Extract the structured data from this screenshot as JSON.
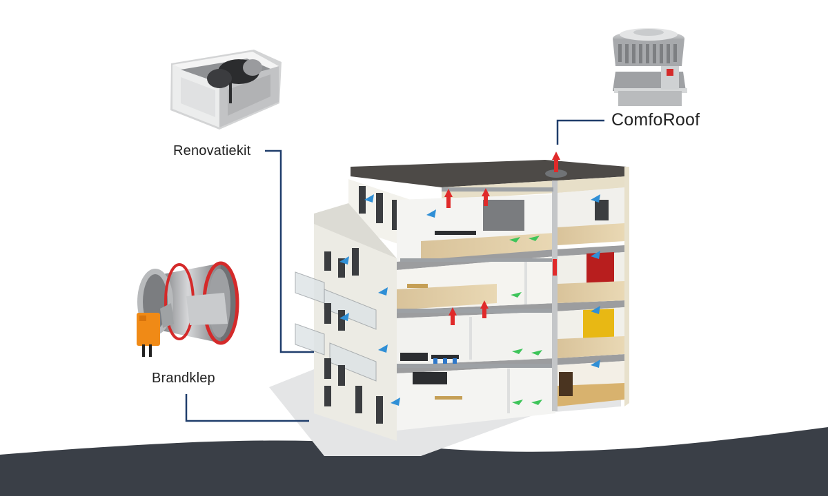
{
  "labels": {
    "renovatiekit": "Renovatiekit",
    "brandklep": "Brandklep",
    "comforoof": "ComfoRoof"
  },
  "colors": {
    "connector": "#1f3d6b",
    "airflow_exhaust": "#e02a2a",
    "airflow_supply": "#2f8fd6",
    "footer_wave": "#3a3f47",
    "fire_damper_ring": "#d42a2a",
    "actuator": "#f08a16",
    "wall_accent_red": "#b81e1e",
    "wall_accent_yellow": "#e8b814"
  },
  "icons": {
    "renovation_kit": "renovation-kit-icon",
    "fire_damper": "fire-damper-icon",
    "roof_fan": "roof-fan-icon",
    "building": "building-cutaway-illustration"
  }
}
